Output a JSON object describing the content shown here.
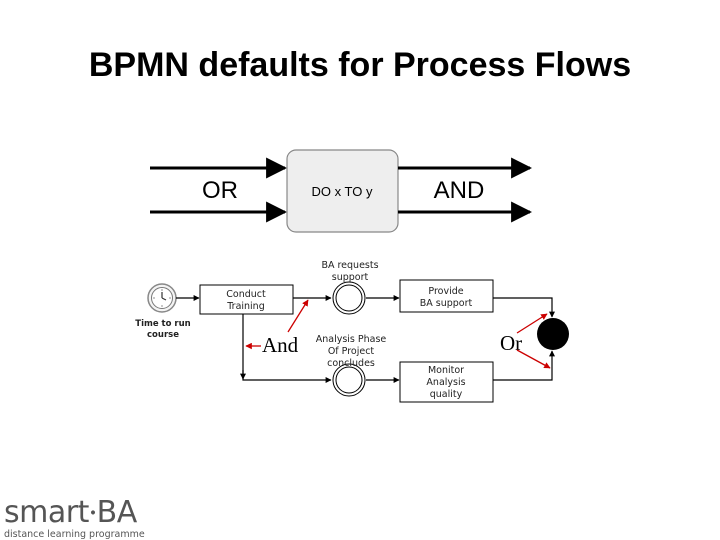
{
  "title": "BPMN defaults for Process Flows",
  "top_diagram": {
    "left_label": "OR",
    "center_label": "DO x TO y",
    "right_label": "AND"
  },
  "flow": {
    "timer_label_line1": "Time to run",
    "timer_label_line2": "course",
    "conduct_training": [
      "Conduct",
      "Training"
    ],
    "ba_requests": [
      "BA requests",
      "support"
    ],
    "provide_ba": [
      "Provide",
      "BA support"
    ],
    "analysis_phase": [
      "Analysis Phase",
      "Of Project",
      "concludes"
    ],
    "monitor_analysis": [
      "Monitor",
      "Analysis",
      "quality"
    ],
    "and_annotation": "And",
    "or_annotation": "Or"
  },
  "logo": {
    "main": "smart",
    "suffix": "BA",
    "tagline": "distance learning programme"
  },
  "colors": {
    "annotation_arrow": "#cc0000",
    "box_fill": "#eeeeee"
  }
}
